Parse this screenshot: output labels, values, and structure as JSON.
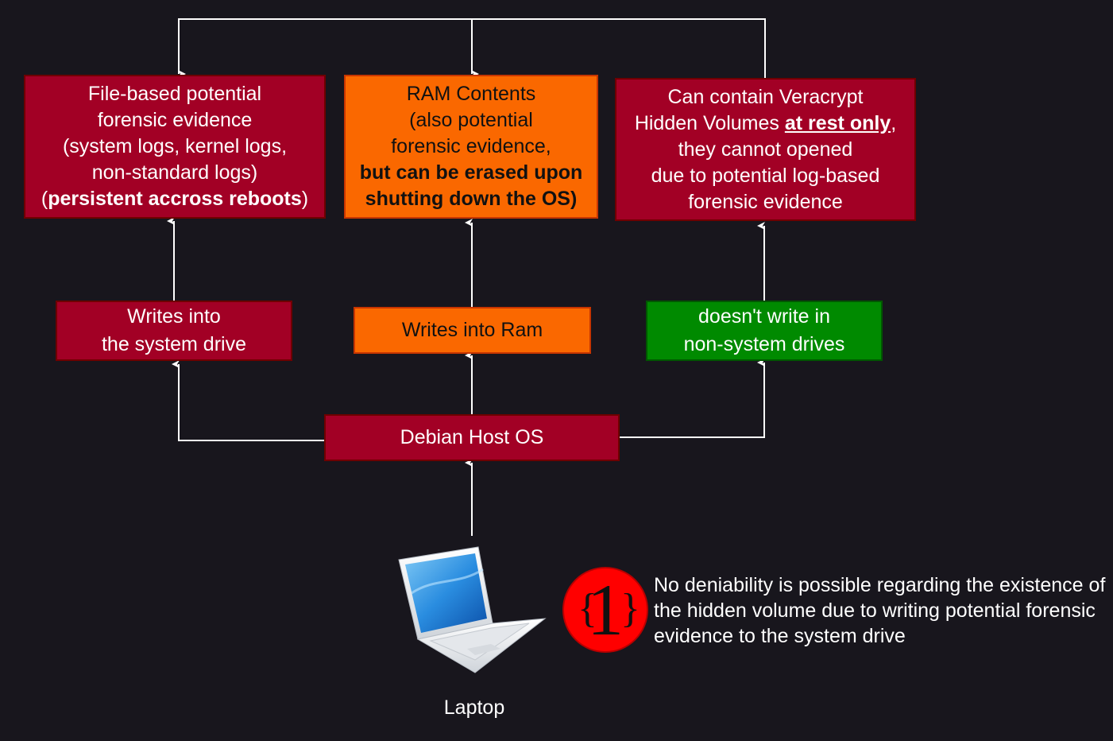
{
  "boxes": {
    "file_evidence": {
      "line1": "File-based potential",
      "line2": "forensic evidence",
      "line3": "(system logs, kernel logs,",
      "line4": "non-standard logs)",
      "line5_open": "(",
      "line5_bold": "persistent accross reboots",
      "line5_close": ")"
    },
    "ram_contents": {
      "line1": "RAM Contents",
      "line2": "(also potential",
      "line3": "forensic evidence,",
      "line4_bold": "but can be erased upon",
      "line5_bold": "shutting down the OS)"
    },
    "veracrypt": {
      "line1": "Can contain Veracrypt",
      "line2_pre": "Hidden Volumes ",
      "line2_bold": "at rest only",
      "line2_post": ",",
      "line3": "they cannot opened",
      "line4": "due to potential log-based",
      "line5": "forensic evidence"
    },
    "writes_system": {
      "line1": "Writes into",
      "line2": "the system drive"
    },
    "writes_ram": {
      "line1": "Writes into Ram"
    },
    "no_write": {
      "line1": "doesn't write in",
      "line2": "non-system drives"
    },
    "debian": {
      "line1": "Debian Host OS"
    }
  },
  "laptop_label": "Laptop",
  "note": {
    "badge_number": "1",
    "text": "No deniability is possible regarding the existence of the hidden volume due to writing potential forensic evidence to the system drive"
  },
  "colors": {
    "background": "#18161d",
    "red": "#a20025",
    "orange": "#fa6800",
    "green": "#008a00",
    "badge": "#ff0000"
  }
}
